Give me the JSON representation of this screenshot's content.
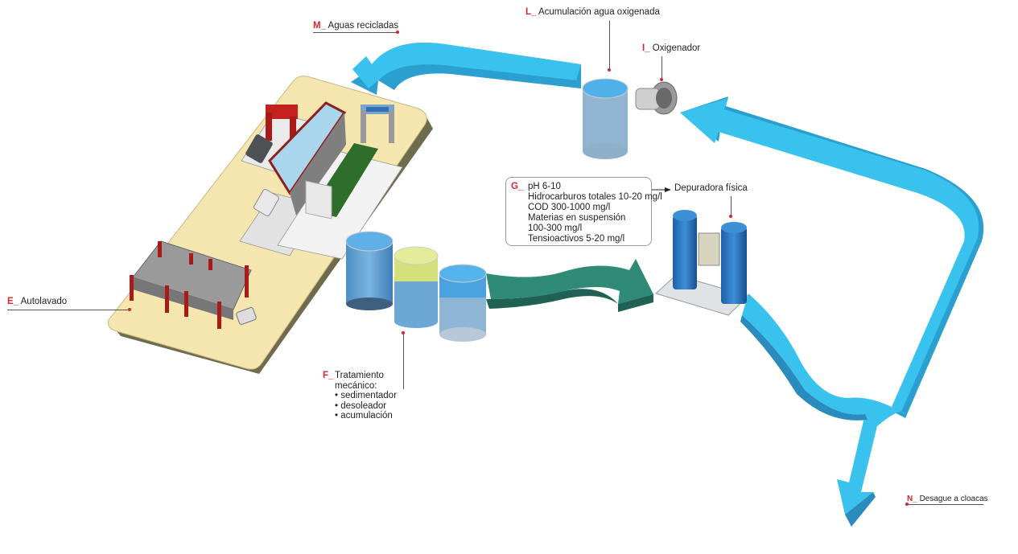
{
  "diagram": {
    "title": "Sistema de reciclaje de agua para autolavado",
    "colors": {
      "label_code": "#d22630",
      "recycled_water_arrow": "#35bfe8",
      "treated_flow_arrow": "#2e7b6c",
      "platform": "#f5e6b0"
    },
    "labels": {
      "M": {
        "code": "M_",
        "text": "Aguas recicladas"
      },
      "L": {
        "code": "L_",
        "text": "Acumulación agua oxigenada"
      },
      "I": {
        "code": "I_",
        "text": "Oxigenador"
      },
      "E": {
        "code": "E_",
        "text": "Autolavado"
      },
      "F": {
        "code": "F_",
        "title": "Tratamiento",
        "title2": "mecánico:",
        "items": [
          "• sedimentador",
          "• desoleador",
          "• acumulación"
        ]
      },
      "G": {
        "code": "G_",
        "lines": [
          "pH 6-10",
          "Hidrocarburos totales 10-20 mg/l",
          "COD 300-1000 mg/l",
          "Materias en suspensión",
          "100-300 mg/l",
          "Tensioactivos 5-20 mg/l"
        ]
      },
      "depuradora": {
        "text": "Depuradora física"
      },
      "N": {
        "code": "N_",
        "text": "Desague a cloacas"
      }
    },
    "components": [
      {
        "id": "autolavado",
        "name": "Car wash platform"
      },
      {
        "id": "tanques-f",
        "name": "Mechanical treatment tanks",
        "count": 3
      },
      {
        "id": "depuradora",
        "name": "Physical purifier",
        "tanks": 2
      },
      {
        "id": "tanque-l",
        "name": "Oxygenated water tank"
      },
      {
        "id": "oxigenador",
        "name": "Oxygenator blower"
      }
    ]
  }
}
